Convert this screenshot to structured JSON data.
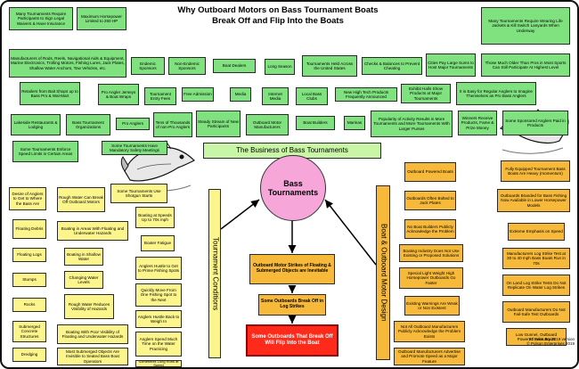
{
  "title_line1": "Why Outboard Motors on Bass Tournament Boats",
  "title_line2": "Break Off and Flip Into the Boats",
  "center": "Bass Tournaments",
  "business_label": "The Business of Bass Tournaments",
  "conditions_label": "Tournament Conditions",
  "design_label": "Boat & Outboard Motor Design",
  "top_boxes": [
    "Many Tournaments Require Participants to Sign Legal Waivers & Have Insurance",
    "Maximum Horsepower Limited to 250 HP",
    "Manufacturers of Rods, Reels, Navigational Aids & Equipment, Marine Electronics, Trolling Motors, Fishing Lures, Jack Plates, Shallow Water Anchors, Tow Vehicles, etc.",
    "Endemic Sponsors",
    "Non-Endemic Sponsors",
    "Boat Dealers",
    "Long Season",
    "Tournaments Held Across the United States",
    "Checks & Balances to Prevent Cheating",
    "Cities Pay Large Sums to Host Major Tournaments",
    "Those Much Older Than Pros in Most Sports Can Still Participate At Highest Level",
    "Many Tournaments Require Wearing Life Jackets & Kill Switch Lanyards When Underway",
    "Retailers from Bait Shops up to Bass Pro & Wal-Mart",
    "Pro Angler Jerseys & Boat Wraps",
    "Tournament Entry Fees",
    "Free Admission",
    "Media",
    "Internet Media",
    "Local Bass Clubs",
    "New High Tech Products Frequently Announced",
    "Exhibit Halls Show Products at Major Tournaments",
    "It is Easy for Regular Anglers to Imagine Themselves as Pro Bass Anglers",
    "Lakeside Restaurants & Lodging",
    "Bass Tournament Organizations",
    "Pro Anglers",
    "Tens of Thousands of non-Pro Anglers",
    "Steady Stream of New Participants",
    "Outboard Motor Manufacturers",
    "Boat Builders",
    "Marinas",
    "Popularity of Activity Results in More Tournaments and More Tournaments With Larger Purses",
    "Winners Receive Products, Fame & Prize Money",
    "Some Sponsored Anglers Paid in Products",
    "Some Tournaments Enforce Speed Limits in Certain Areas",
    "Some Tournaments Have Mandatory Safety Meetings"
  ],
  "left_col1": [
    "Desire of Anglers to Get to Where the Bass Are",
    "Floating Debris",
    "Floating Logs",
    "Stumps",
    "Rocks",
    "Submerged Concrete Structures",
    "Dredging"
  ],
  "left_col2": [
    "Rough Water Can Break Off Outboard Motors",
    "Boating in Areas With Floating and Underwater Hazards",
    "Boating in Shallow Water",
    "Changing Water Levels",
    "Rough Water Reduces Visibility of Hazards",
    "Boating With Poor Visibility of Floating and Underwater Hazards",
    "Most Submerged Objects Are Invisible to Seated Bass Boat Operators"
  ],
  "left_col3": [
    "Some Tournaments Use Shotgun Starts",
    "Boating at Speeds Up to 70s mph",
    "Boater Fatigue",
    "Anglers Hustle to Get to Prime Fishing Spots",
    "Quickly Move From One Fishing Spot to the Next",
    "Anglers Hustle Back to Weigh In",
    "Anglers Spend Much Time on the Water Practicing",
    "Sometimes Long Runs at Speed"
  ],
  "right_col1": [
    "Outboard Powered Boats",
    "Outboards Often Bolted to Jack Plates",
    "No Boat Builders Publicly Acknowledge the Problem",
    "Boating Industry Does Not Use Existing or Proposed Solutions",
    "Special Light Weight High Horsepower Outboards Go Faster",
    "Existing Warnings Are Weak or Non Existent",
    "Not All Outboard Manufacturers Publicly Acknowledge the Problem Exists",
    "Outboard Manufacturers Advertise and Promote Speed as a Major Feature"
  ],
  "right_col2": [
    "Fully Equipped Tournament Bass Boats Are Heavy (momentum)",
    "Outboards Branded for Bass Fishing Now Available in Lower Horsepower Models",
    "Extreme Emphasis on Speed",
    "Manufacturers Log Strike Test at 30 to 40 mph Bass Boats Run in 70s",
    "On Land Log Strike Tests Do Not Replicate On Water Log Strikes",
    "Outboard Manufacturers Do Not Fail-Safe Test Outboards",
    "Low Gunnel, Outboard Powered Bass Boats"
  ],
  "flow": [
    "Outboard Motor Strikes of Floating & Submerged Objects are Inevitable",
    "Some Outboards Break Off in Log Strikes",
    "Some Outboards That Break Off Will Flip Into the Boat"
  ],
  "footer_line1": "27 February 2019 version",
  "footer_line2": "© Polson Enterprises 2019",
  "colors": {
    "green": "#7fe27f",
    "orange": "#f7b93a",
    "yellow": "#fbf58c",
    "pink": "#f7a6d9",
    "red": "#ff2a1a"
  }
}
